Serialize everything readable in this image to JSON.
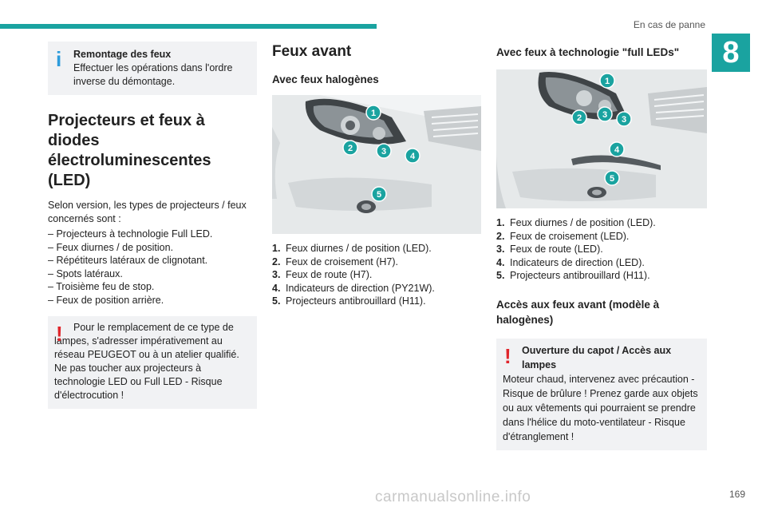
{
  "header": {
    "section": "En cas de panne",
    "chapter": "8"
  },
  "col1": {
    "note1": {
      "title": "Remontage des feux",
      "text": "Effectuer les opérations dans l'ordre inverse du démontage."
    },
    "heading": "Projecteurs et feux à diodes électroluminescentes (LED)",
    "intro": "Selon version, les types de projecteurs / feux concernés sont :",
    "list": [
      "Projecteurs à technologie Full LED.",
      "Feux diurnes / de position.",
      "Répétiteurs latéraux de clignotant.",
      "Spots latéraux.",
      "Troisième feu de stop.",
      "Feux de position arrière."
    ],
    "warning": "Pour le remplacement de ce type de lampes, s'adresser impérativement au réseau PEUGEOT ou à un atelier qualifié. Ne pas toucher aux projecteurs à technologie LED ou Full LED - Risque d'électrocution !"
  },
  "col2": {
    "heading": "Feux avant",
    "subheading": "Avec feux halogènes",
    "badges": [
      "1",
      "2",
      "3",
      "4",
      "5"
    ],
    "list": [
      {
        "n": "1.",
        "t": "Feux diurnes / de position (LED)."
      },
      {
        "n": "2.",
        "t": "Feux de croisement (H7)."
      },
      {
        "n": "3.",
        "t": "Feux de route (H7)."
      },
      {
        "n": "4.",
        "t": "Indicateurs de direction (PY21W)."
      },
      {
        "n": "5.",
        "t": "Projecteurs antibrouillard (H11)."
      }
    ]
  },
  "col3": {
    "subheading": "Avec feux à technologie \"full LEDs\"",
    "badges": [
      "1",
      "2",
      "3",
      "3",
      "4",
      "5"
    ],
    "list": [
      {
        "n": "1.",
        "t": "Feux diurnes / de position (LED)."
      },
      {
        "n": "2.",
        "t": "Feux de croisement (LED)."
      },
      {
        "n": "3.",
        "t": "Feux de route (LED)."
      },
      {
        "n": "4.",
        "t": "Indicateurs de direction (LED)."
      },
      {
        "n": "5.",
        "t": "Projecteurs antibrouillard (H11)."
      }
    ],
    "subheading2": "Accès aux feux avant (modèle à halogènes)",
    "warning": {
      "title": "Ouverture du capot / Accès aux lampes",
      "text": "Moteur chaud, intervenez avec précaution - Risque de brûlure ! Prenez garde aux objets ou aux vêtements qui pourraient se prendre dans l'hélice du moto-ventilateur - Risque d'étranglement !"
    }
  },
  "footer": {
    "watermark": "carmanualsonline.info",
    "page": "169"
  },
  "colors": {
    "accent": "#1aa3a0",
    "info": "#2d9cdb",
    "warning": "#e0252b",
    "box_bg": "#f1f2f4"
  }
}
